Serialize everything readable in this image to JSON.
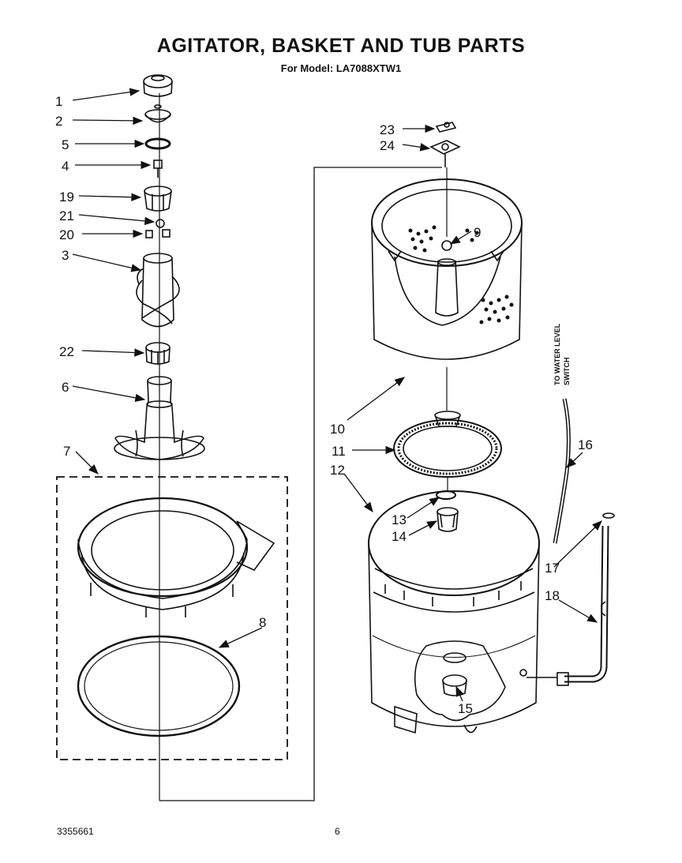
{
  "header": {
    "title": "AGITATOR, BASKET AND TUB PARTS",
    "subtitle": "For Model: LA7088XTW1"
  },
  "footer": {
    "doc_number": "3355661",
    "page_number": "6"
  },
  "callouts": {
    "p1": "1",
    "p2": "2",
    "p5": "5",
    "p4": "4",
    "p19": "19",
    "p21": "21",
    "p20": "20",
    "p3": "3",
    "p22": "22",
    "p6": "6",
    "p7": "7",
    "p8": "8",
    "p23": "23",
    "p24": "24",
    "p9": "9",
    "p10": "10",
    "p11": "11",
    "p12": "12",
    "p13": "13",
    "p14": "14",
    "p15": "15",
    "p16": "16",
    "p17": "17",
    "p18": "18"
  },
  "annotations": {
    "water_level_line1": "TO WATER LEVEL",
    "water_level_line2": "SWITCH"
  }
}
